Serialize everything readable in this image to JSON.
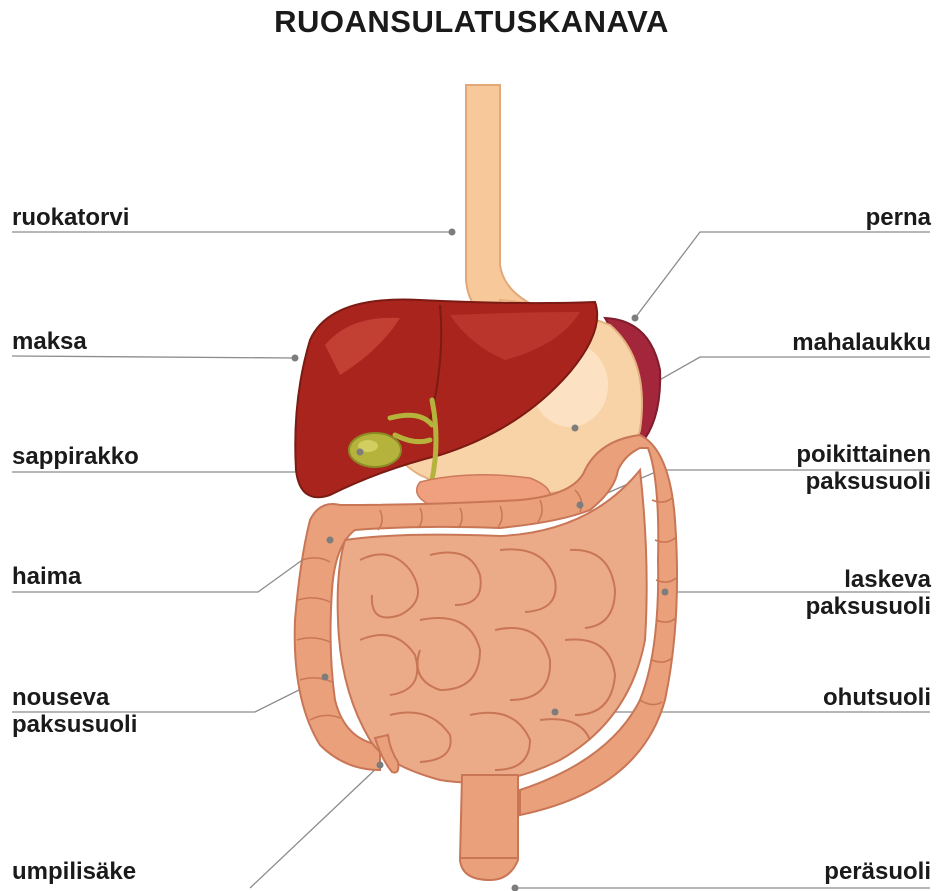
{
  "title": "RUOANSULATUSKANAVA",
  "labels": {
    "esophagus": "ruokatorvi",
    "liver": "maksa",
    "gallbladder": "sappirakko",
    "pancreas": "haima",
    "ascending_colon": [
      "nouseva",
      "paksusuoli"
    ],
    "appendix": "umpilisäke",
    "spleen": "perna",
    "stomach": "mahalaukku",
    "transverse_colon": [
      "poikittainen",
      "paksusuoli"
    ],
    "descending_colon": [
      "laskeva",
      "paksusuoli"
    ],
    "small_intestine": "ohutsuoli",
    "rectum": "peräsuoli"
  },
  "colors": {
    "esophagus": "#f7c89a",
    "stomach": "#f9d3a8",
    "liver": "#a8241c",
    "liver_highlight": "#c8463b",
    "spleen": "#a3263b",
    "gallbladder": "#b6b33c",
    "intestine": "#e9a07b",
    "intestine_dark": "#c97656",
    "leader_line": "#8c8c8c",
    "text": "#1a1a1a"
  }
}
